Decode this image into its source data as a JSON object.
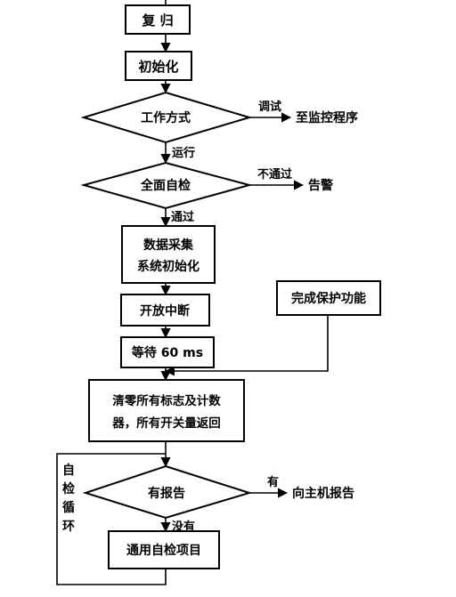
{
  "nodes": {
    "reset": "复 归",
    "init": "初始化",
    "work_mode": "工作方式",
    "full_self_check": "全面自检",
    "data_acq_line1": "数据采集",
    "data_acq_line2": "系统初始化",
    "enable_interrupt": "开放中断",
    "wait_line": "等待 60 ms",
    "protection": "完成保护功能",
    "clear_line1": "清零所有标志及计数",
    "clear_line2": "器，所有开关量返回",
    "has_report": "有报告",
    "general_self_check": "通用自检项目",
    "monitor": "至监控程序",
    "alarm": "告警",
    "report_to_host": "向主机报告"
  },
  "edge_labels": {
    "debug": "调试",
    "run": "运行",
    "fail": "不通过",
    "pass": "通过",
    "yes": "有",
    "no": "没有",
    "loop_chars": [
      "自",
      "检",
      "循",
      "环"
    ]
  }
}
